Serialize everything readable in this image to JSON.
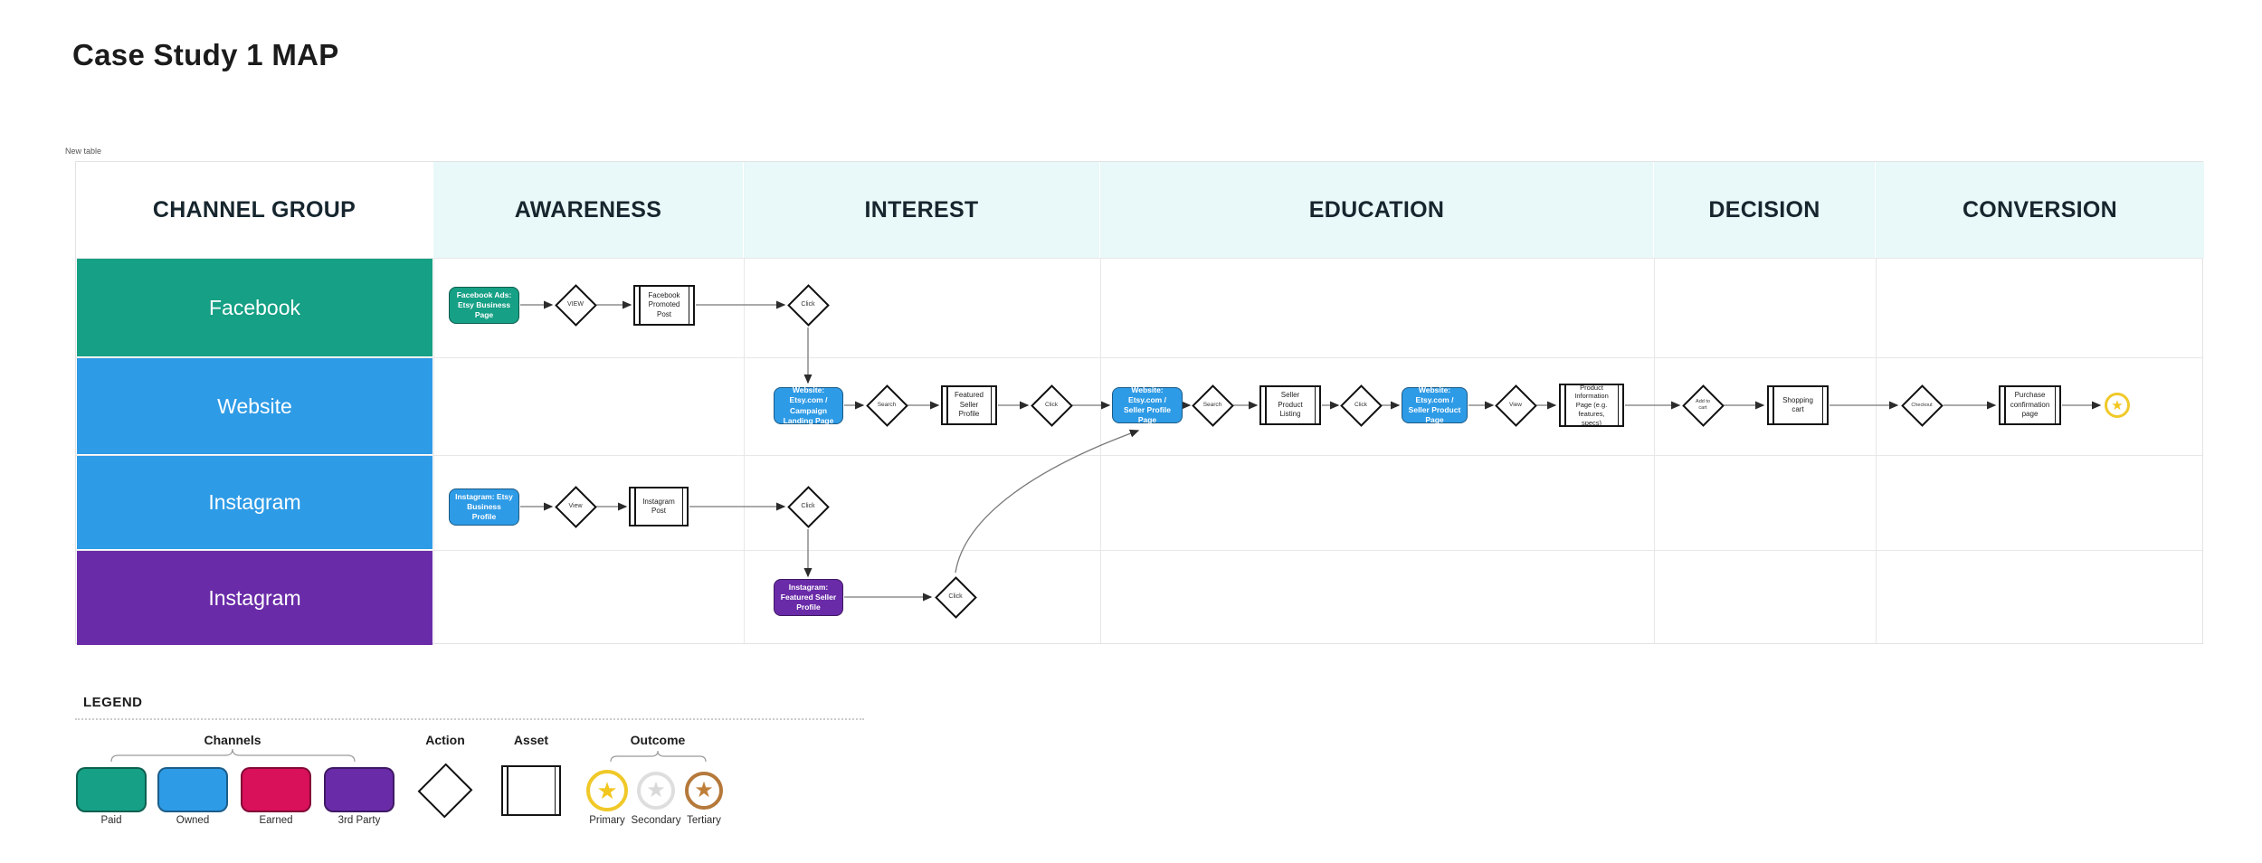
{
  "page": {
    "title": "Case Study 1 MAP",
    "table_tag": "New table"
  },
  "journey_table": {
    "columns": [
      "CHANNEL GROUP",
      "AWARENESS",
      "INTEREST",
      "EDUCATION",
      "DECISION",
      "CONVERSION"
    ],
    "header_tint": "#e9f8f8",
    "channels": [
      {
        "label": "Facebook",
        "color": "#16a085"
      },
      {
        "label": "Website",
        "color": "#2e9be6"
      },
      {
        "label": "Instagram",
        "color": "#2e9be6"
      },
      {
        "label": "Instagram",
        "color": "#6a2ba8"
      }
    ]
  },
  "flow": {
    "facebook": {
      "source": {
        "label": "Facebook Ads: Etsy Business Page",
        "color": "#16a085"
      },
      "view_action": "VIEW",
      "promoted_post_asset": "Facebook Promoted Post",
      "click_action": "Click"
    },
    "website": {
      "landing": {
        "label": "Website: Etsy.com / Campaign Landing Page",
        "color": "#2e9be6"
      },
      "search_action_1": "Search",
      "featured_seller_asset": "Featured Seller Profile",
      "click_action_1": "Click",
      "seller_profile": {
        "label": "Website: Etsy.com / Seller Profile Page",
        "color": "#2e9be6"
      },
      "search_action_2": "Search",
      "product_listing_asset": "Seller Product Listing",
      "click_action_2": "Click",
      "product_page": {
        "label": "Website: Etsy.com / Seller Product Page",
        "color": "#2e9be6"
      },
      "view_action": "View",
      "product_info_asset": "Product Information Page (e.g. features, specs)",
      "add_to_cart_action": "Add to cart",
      "shopping_cart_asset": "Shopping cart",
      "checkout_action": "Checkout",
      "purchase_confirmation_asset": "Purchase confirmation page",
      "outcome": "Primary"
    },
    "instagram": {
      "source": {
        "label": "Instagram: Etsy Business Profile",
        "color": "#2e9be6"
      },
      "view_action": "View",
      "post_asset": "Instagram Post",
      "click_action": "Click"
    },
    "instagram_2": {
      "source": {
        "label": "Instagram: Featured Seller Profile",
        "color": "#6a2ba8"
      },
      "click_action": "Click"
    }
  },
  "legend": {
    "heading": "LEGEND",
    "channels": {
      "title": "Channels",
      "items": [
        {
          "label": "Paid",
          "color": "#16a085"
        },
        {
          "label": "Owned",
          "color": "#2e9be6"
        },
        {
          "label": "Earned",
          "color": "#d9105a"
        },
        {
          "label": "3rd Party",
          "color": "#6a2ba8"
        }
      ]
    },
    "action": {
      "title": "Action"
    },
    "asset": {
      "title": "Asset"
    },
    "outcome": {
      "title": "Outcome",
      "items": [
        {
          "label": "Primary",
          "ring": "#f0c929",
          "star": "#f2c61d"
        },
        {
          "label": "Secondary",
          "ring": "#dedede",
          "star": "#d9d9d9"
        },
        {
          "label": "Tertiary",
          "ring": "#b5793b",
          "star": "#c07f39"
        }
      ]
    }
  },
  "colors": {
    "connector_line": "#787878",
    "arrow_head": "#2b2b2b"
  }
}
